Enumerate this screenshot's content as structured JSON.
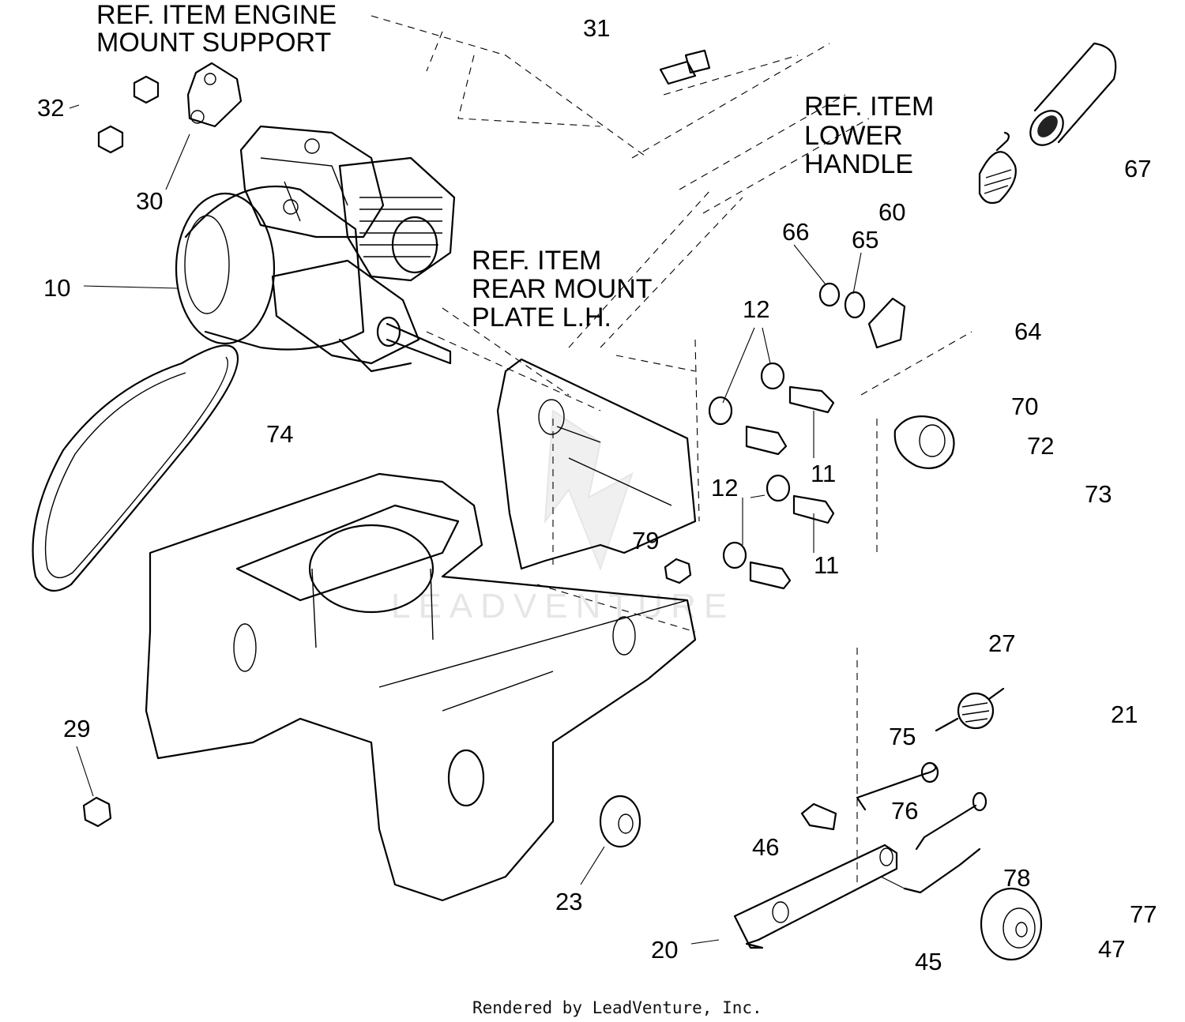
{
  "diagram": {
    "ref_labels": {
      "engine_mount": [
        "REF. ITEM ENGINE",
        "MOUNT SUPPORT"
      ],
      "lower_handle": [
        "REF. ITEM",
        "LOWER",
        "HANDLE"
      ],
      "rear_mount": [
        "REF. ITEM",
        "REAR MOUNT",
        "PLATE L.H."
      ]
    },
    "callouts": {
      "c10": "10",
      "c11a": "11",
      "c11b": "11",
      "c12a": "12",
      "c12b": "12",
      "c20": "20",
      "c21": "21",
      "c23": "23",
      "c27": "27",
      "c29": "29",
      "c30": "30",
      "c31": "31",
      "c32": "32",
      "c45": "45",
      "c46": "46",
      "c47": "47",
      "c60": "60",
      "c64": "64",
      "c65": "65",
      "c66": "66",
      "c67": "67",
      "c70": "70",
      "c72": "72",
      "c73": "73",
      "c74": "74",
      "c75": "75",
      "c76": "76",
      "c77": "77",
      "c78": "78",
      "c79": "79"
    },
    "watermark": "LEADVENTURE",
    "footer": "Rendered by LeadVenture, Inc."
  }
}
